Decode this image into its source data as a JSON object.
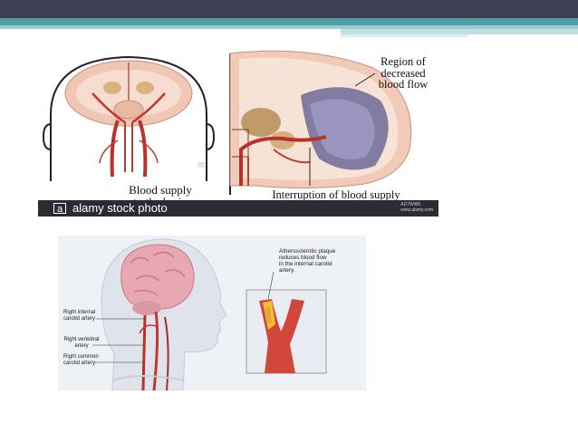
{
  "figure1": {
    "caption_left_line1": "Blood supply",
    "caption_left_line2": "to the brain",
    "caption_right": "Interruption of blood supply",
    "region_line1": "Region of",
    "region_line2": "decreased",
    "region_line3": "blood flow",
    "watermark_bar": {
      "logo_letter": "a",
      "brand": "alamy stock photo",
      "meta_line1": "AD7WW5",
      "meta_line2": "www.alamy.com"
    }
  },
  "figure2": {
    "plaque_line1": "Atherosclerotic plaque",
    "plaque_line2": "reduces blood flow",
    "plaque_line3": "in the internal carotid",
    "plaque_line4": "artery.",
    "label_internal_line1": "Right internal",
    "label_internal_line2": "carotid artery",
    "label_vertebral_line1": "Right vertebral",
    "label_vertebral_line2": "artery",
    "label_common_line1": "Right common",
    "label_common_line2": "carotid artery"
  },
  "colors": {
    "header_dark": "#3e3f55",
    "header_teal": "#4f9ea6",
    "artery_red": "#c0392b",
    "brain_pink": "#e9b8a8",
    "ischemia_purple": "#6f6a99"
  }
}
